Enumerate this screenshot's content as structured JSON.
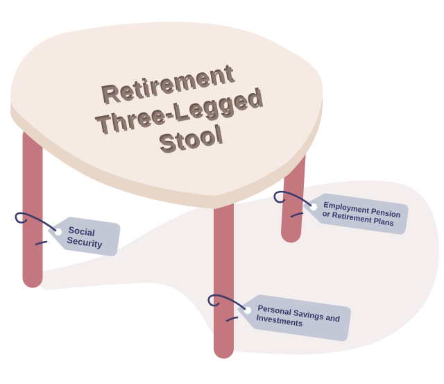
{
  "illustration": {
    "name": "retirement-three-legged-stool",
    "title": {
      "lines": [
        "Retirement",
        "Three-Legged",
        "Stool"
      ]
    },
    "tags": [
      {
        "id": "social-security",
        "lines": [
          "Social",
          "Security"
        ]
      },
      {
        "id": "employment-pension",
        "lines": [
          "Employment Pension",
          "or Retirement Plans"
        ]
      },
      {
        "id": "personal-savings",
        "lines": [
          "Personal Savings and",
          "Investments"
        ]
      }
    ],
    "colors": {
      "background": "#ffffff",
      "seat_top": "#f5ebe4",
      "seat_side": "#e8d6c9",
      "leg": "#c4777e",
      "floor_shadow": "#f4efee",
      "tag_fill": "#c2c8d5",
      "tag_hole": "#ffffff",
      "tag_text": "#393768",
      "string": "#3d3c6d",
      "title_text": "#8c7a71",
      "title_shadow": "#6e5952"
    }
  }
}
